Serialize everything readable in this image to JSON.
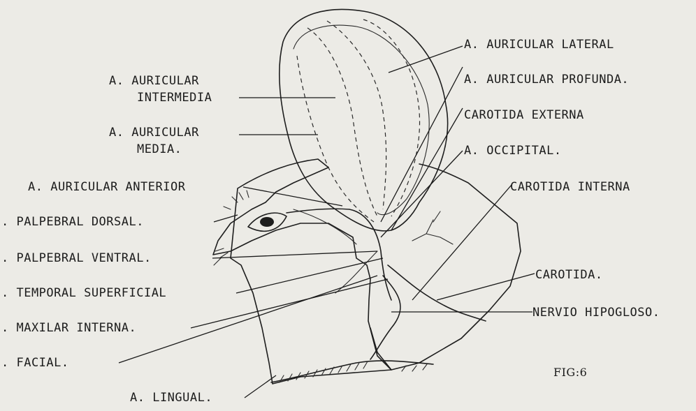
{
  "figure_label": "FIG:6",
  "labels": {
    "auricular_lateral": "A. AURICULAR LATERAL",
    "auricular_intermedia_1": "A. AURICULAR",
    "auricular_intermedia_2": "INTERMEDIA",
    "auricular_profunda": "A. AURICULAR PROFUNDA.",
    "carotida_externa": "CAROTIDA EXTERNA",
    "auricular_media_1": "A. AURICULAR",
    "auricular_media_2": "MEDIA.",
    "occipital": "A. OCCIPITAL.",
    "auricular_anterior": "A. AURICULAR ANTERIOR",
    "carotida_interna": "CAROTIDA INTERNA",
    "palpebral_dorsal": ". PALPEBRAL DORSAL.",
    "palpebral_ventral": ". PALPEBRAL VENTRAL.",
    "temporal_superficial": ". TEMPORAL SUPERFICIAL",
    "carotida": "CAROTIDA.",
    "maxilar_interna": ". MAXILAR INTERNA.",
    "nervio_hipogloso": "NERVIO HIPOGLOSO.",
    "facial": ". FACIAL.",
    "lingual": "A. LINGUAL."
  },
  "colors": {
    "ink": "#1e1e1e",
    "paper": "#ecebe6"
  }
}
